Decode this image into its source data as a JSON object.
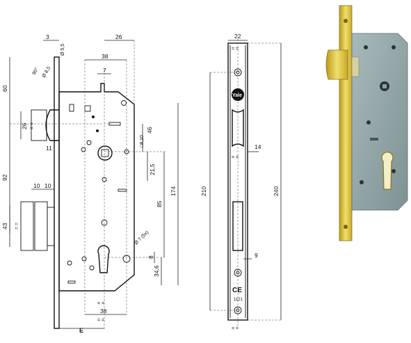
{
  "dims_front": {
    "d3": "3",
    "d26_top": "26",
    "d55": "Ø 5,5",
    "d38_top": "38",
    "d7": "7",
    "d90": "90°",
    "d85_angle": "Ø 8,5",
    "d60": "60",
    "d26_side": "26",
    "eq1": "= =",
    "d46": "46",
    "d810": "□8,10",
    "d11": "11",
    "d215": "21,5",
    "d92": "92",
    "d10a": "10",
    "d10b": "10",
    "d174": "174",
    "d85": "85",
    "d43": "43",
    "eq2": "= =",
    "d7_5x": "Ø 7 (5x)",
    "d8": "8",
    "d346": "34,6",
    "d38_bot": "38",
    "eq3": "= =",
    "eq4": "= =",
    "E": "E"
  },
  "dims_face": {
    "d22": "22",
    "eq_top": "= =",
    "brand": "Yale",
    "d14": "14",
    "d210": "210",
    "d240": "240",
    "eq_mid": "= =",
    "d9": "9",
    "ce": "CE",
    "cert": "1121",
    "eq_bot": "= ="
  }
}
